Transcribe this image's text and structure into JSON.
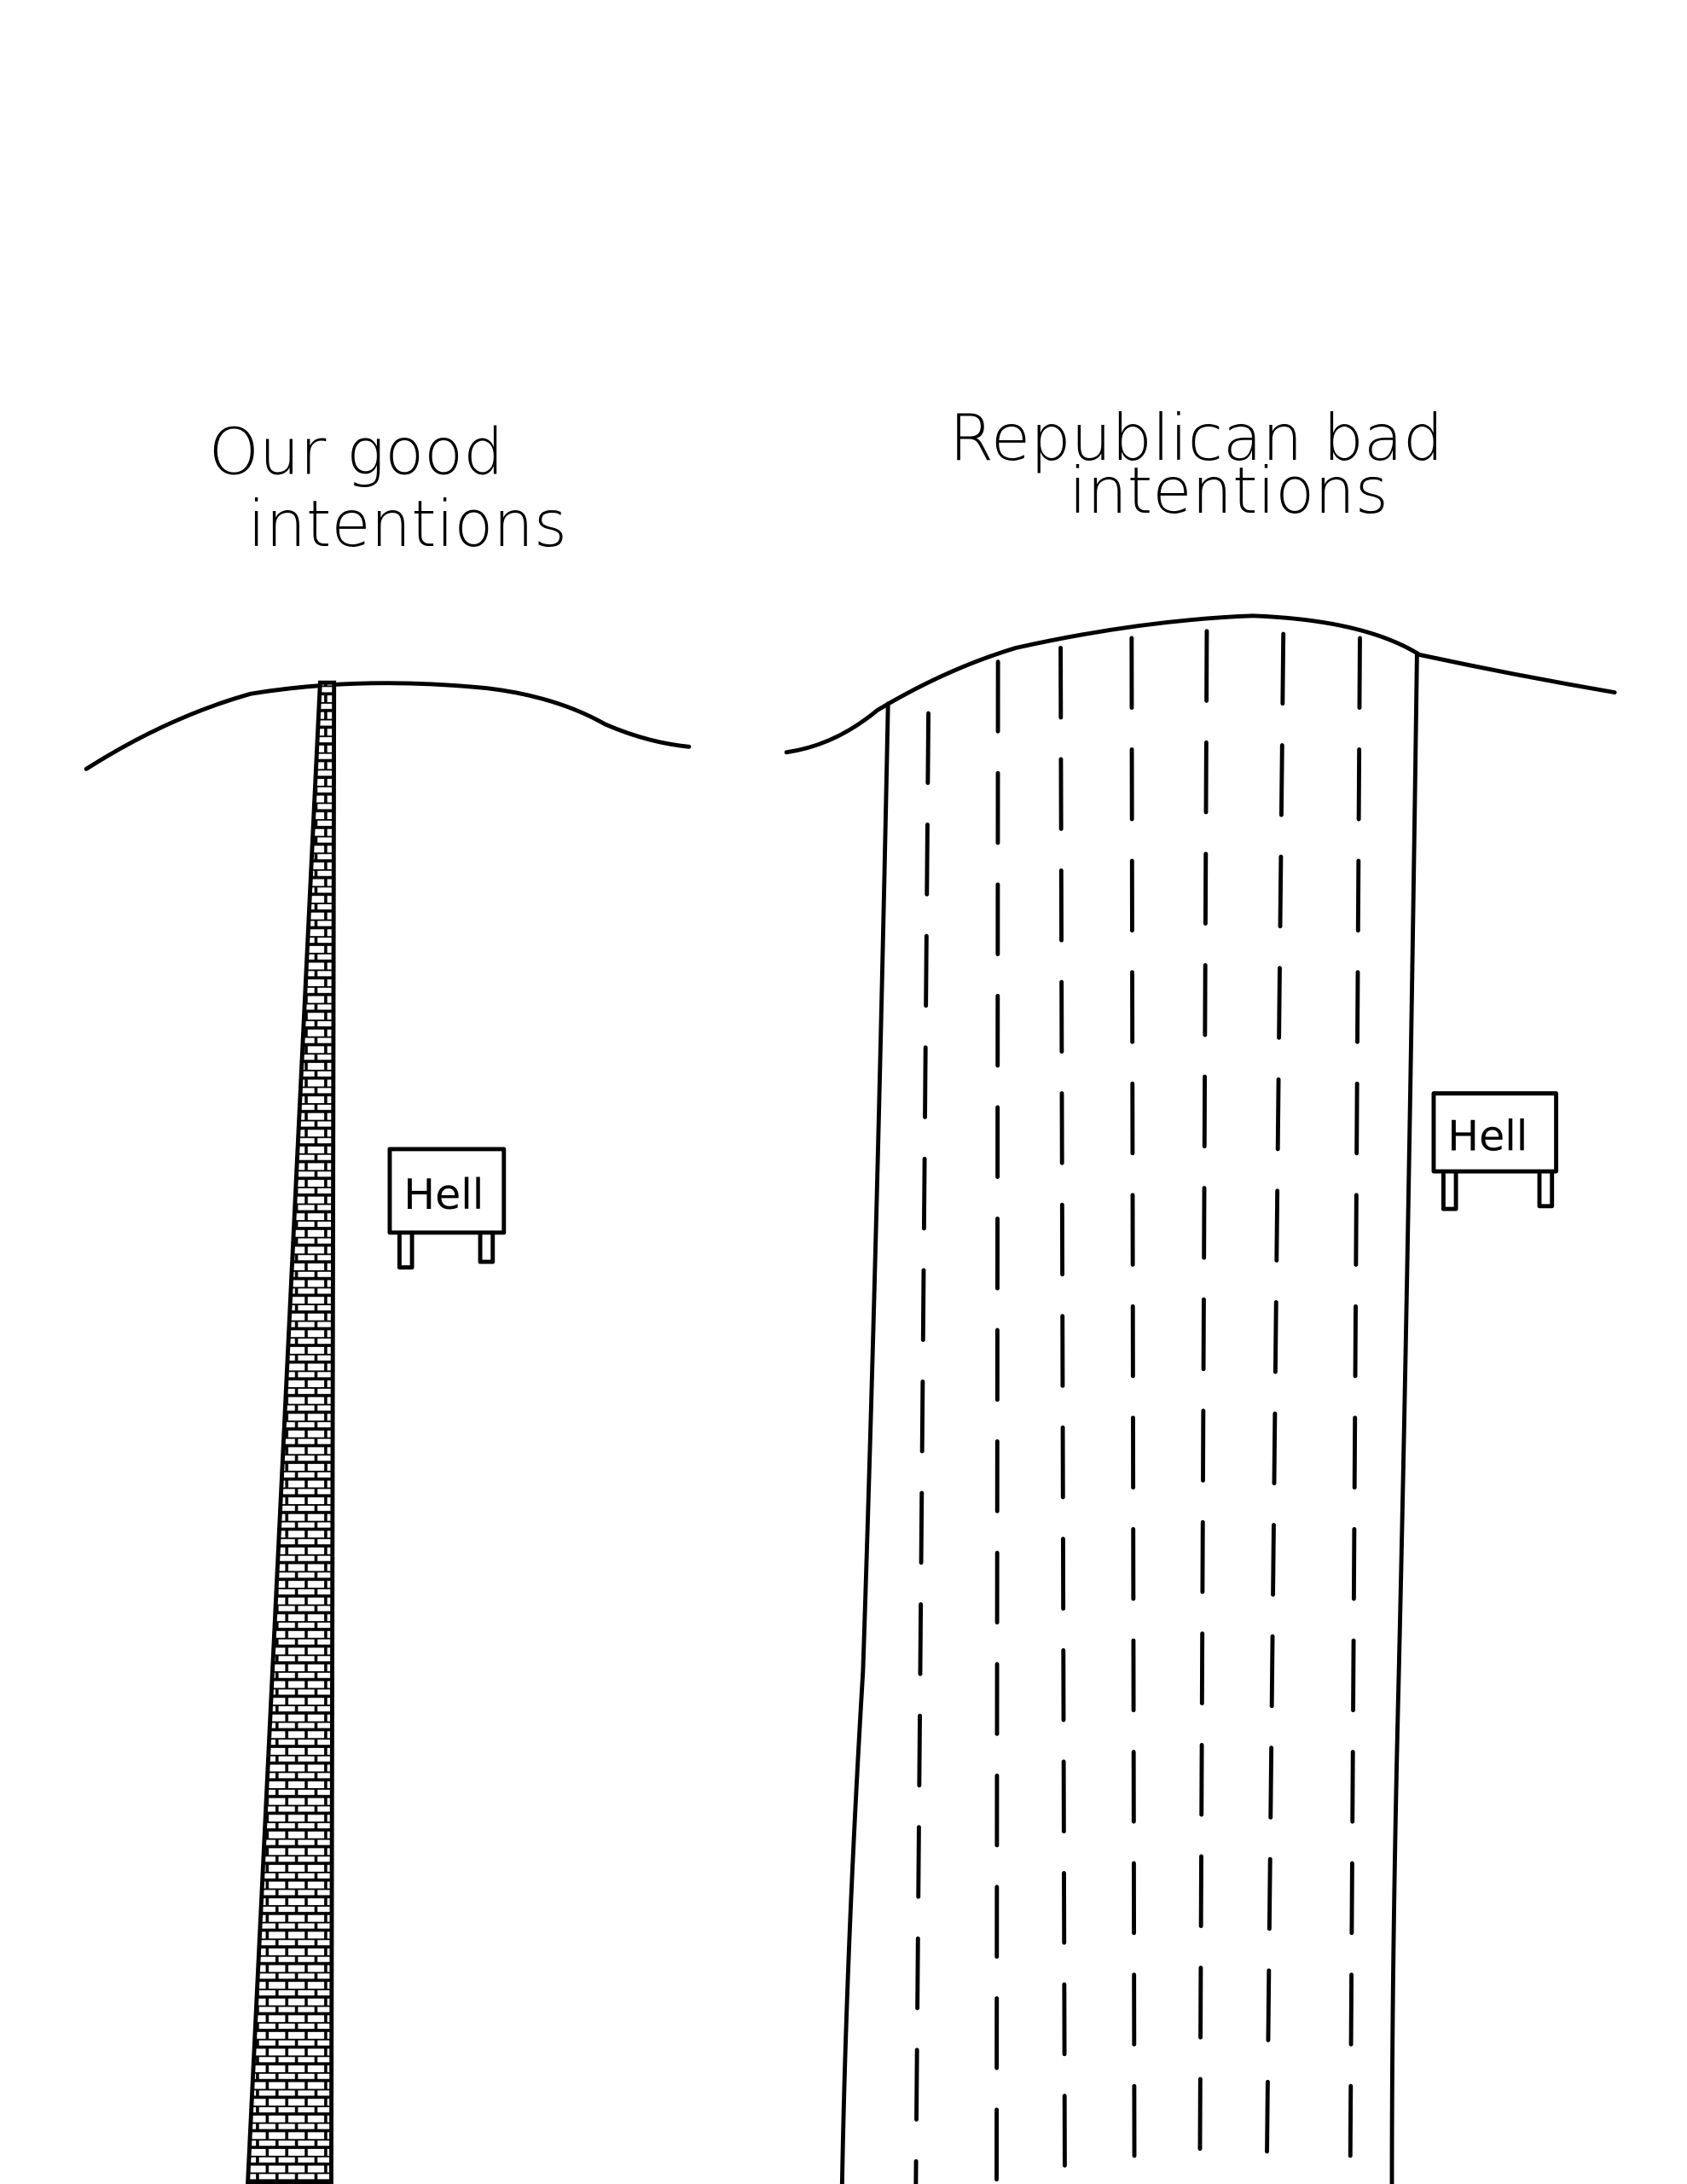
{
  "left_panel": {
    "caption_line1": "Our good",
    "caption_line2": "intentions",
    "sign_text": "Hell"
  },
  "right_panel": {
    "caption_line1": "Republican bad",
    "caption_line2": "intentions",
    "sign_text": "Hell",
    "lane_dividers": 7
  },
  "colors": {
    "ink": "#000000",
    "paper": "#ffffff"
  }
}
